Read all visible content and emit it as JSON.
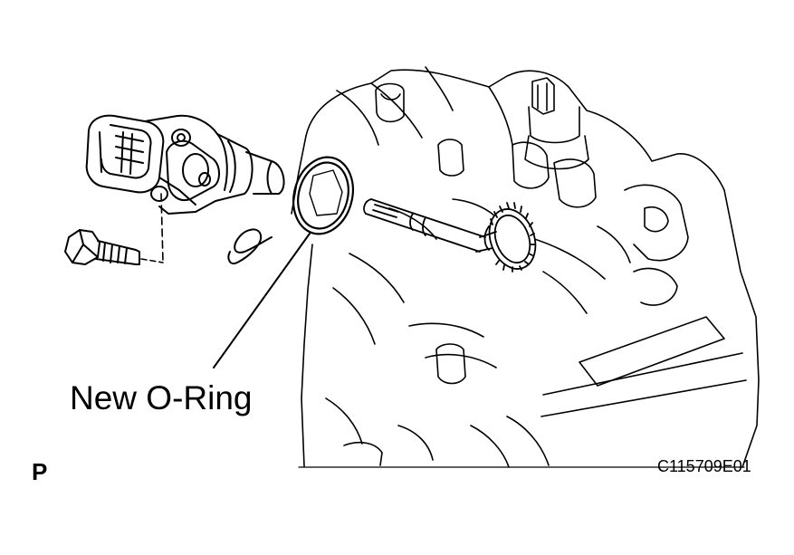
{
  "callout": {
    "label": "New O-Ring",
    "target": "o-ring"
  },
  "view_marker": "P",
  "figure_code": "C115709E01",
  "components": [
    {
      "name": "sensor-with-connector-icon"
    },
    {
      "name": "bolt-icon"
    },
    {
      "name": "clip-icon"
    },
    {
      "name": "o-ring-icon"
    },
    {
      "name": "driven-gear-shaft-icon"
    },
    {
      "name": "transmission-case-icon"
    }
  ],
  "colors": {
    "line": "#000000",
    "background": "#ffffff"
  }
}
